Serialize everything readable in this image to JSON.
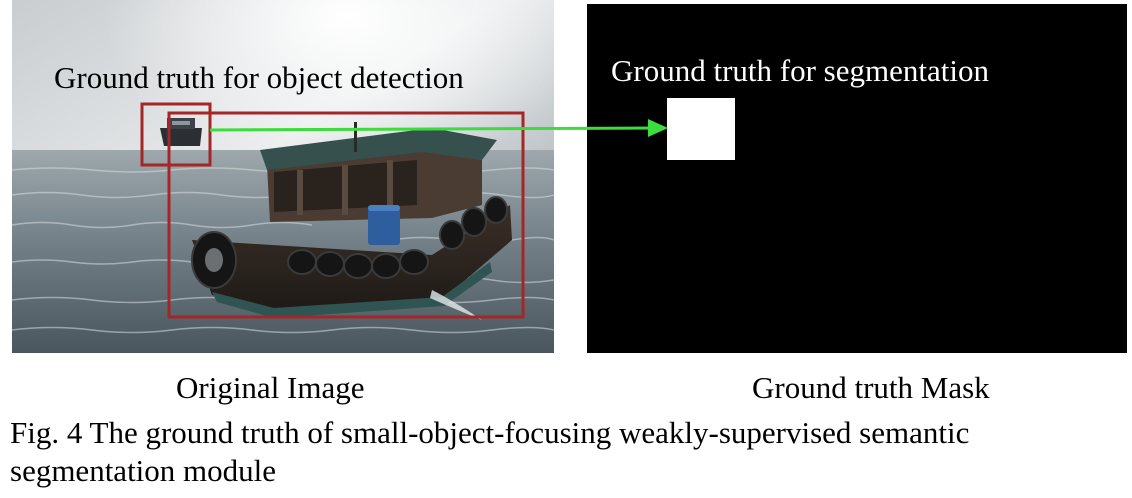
{
  "figure": {
    "photo_panel": {
      "overlay_text": "Ground truth for object detection",
      "label": "Original Image"
    },
    "mask_panel": {
      "overlay_text": "Ground truth for segmentation",
      "label": "Ground truth Mask"
    },
    "caption": "Fig. 4 The ground truth of small-object-focusing weakly-supervised semantic segmentation module",
    "colors": {
      "box_color": "#a52626",
      "arrow_color": "#3bdc3b",
      "mask_background": "#000000",
      "mask_object": "#ffffff"
    }
  }
}
